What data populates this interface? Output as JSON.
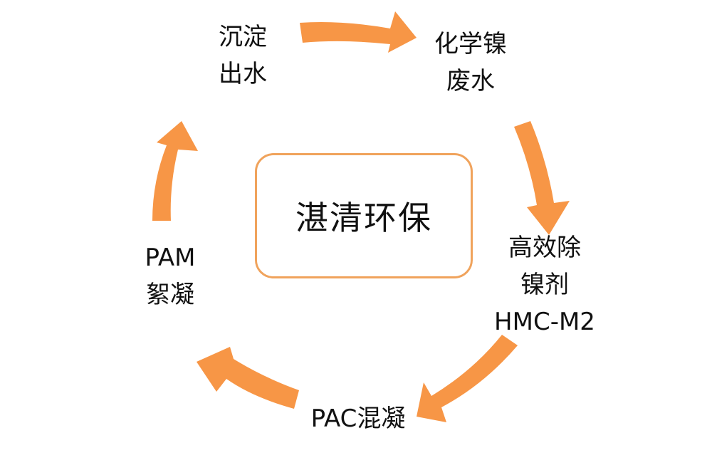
{
  "colors": {
    "arrow": "#F79646",
    "box_border": "#F0A35C",
    "text": "#111111"
  },
  "center": {
    "title": "湛清环保"
  },
  "steps": [
    {
      "id": "nickel-wastewater",
      "lines": [
        "化学镍",
        "废水"
      ]
    },
    {
      "id": "removal-agent",
      "lines": [
        "高效除",
        "镍剂",
        "HMC-M2"
      ]
    },
    {
      "id": "pac-coagulation",
      "lines": [
        "PAC混凝"
      ]
    },
    {
      "id": "pam-flocculation",
      "lines": [
        "PAM",
        "絮凝"
      ]
    },
    {
      "id": "settled-effluent",
      "lines": [
        "沉淀",
        "出水"
      ]
    }
  ]
}
